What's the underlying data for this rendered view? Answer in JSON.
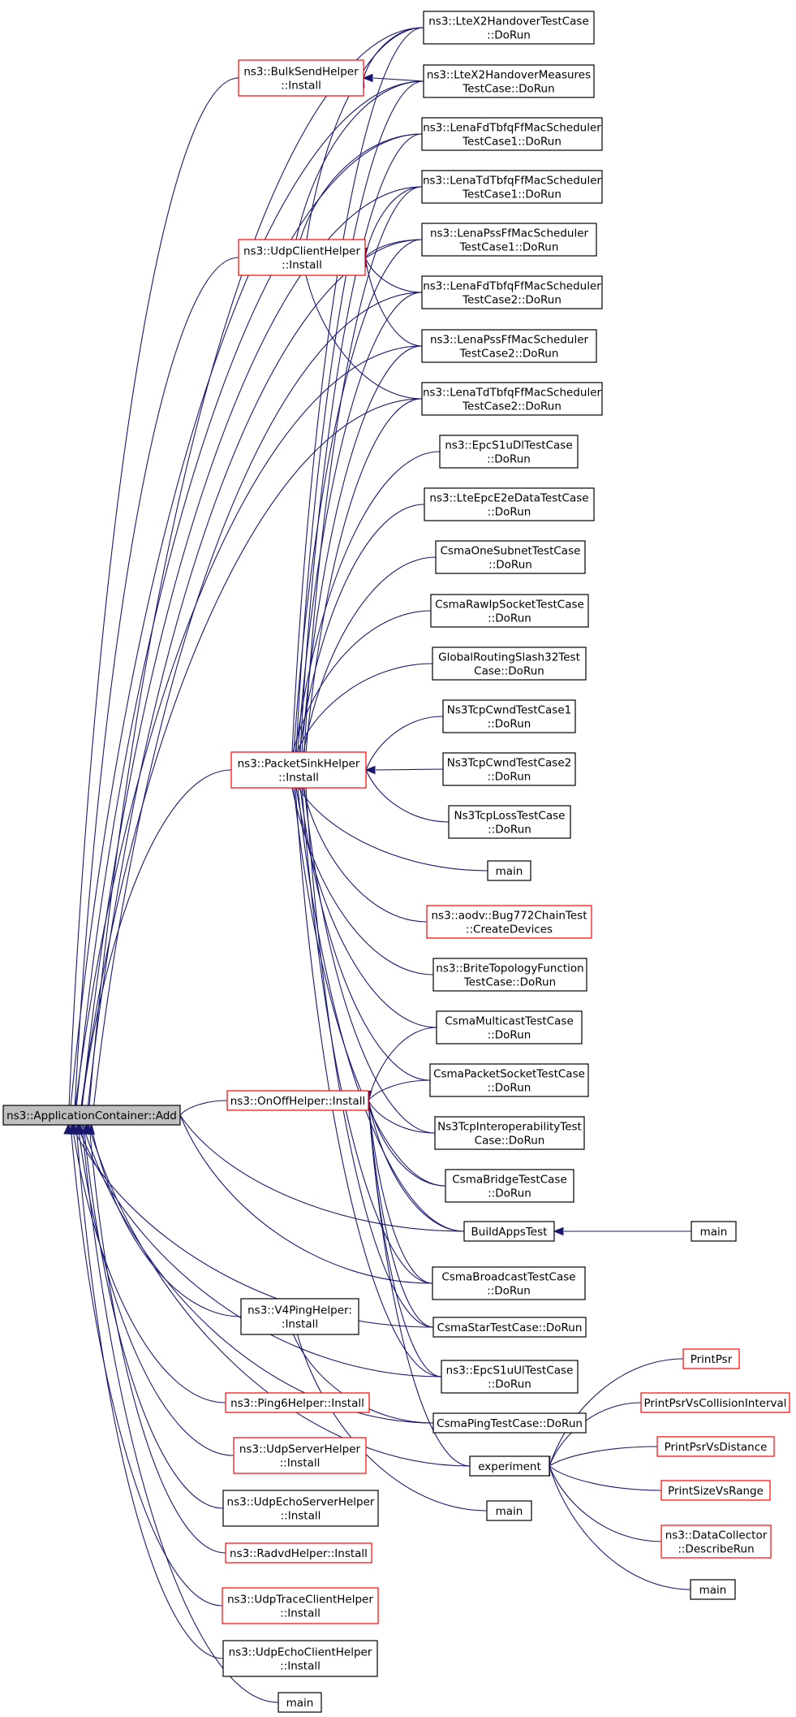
{
  "colors": {
    "edge": "#191970",
    "node_border": "#000000",
    "node_border_truncated": "#ff0000",
    "root_fill": "#bfbfbf"
  },
  "nodes": [
    {
      "id": "add",
      "kind": "root",
      "lines": [
        "ns3::ApplicationContainer::Add"
      ]
    },
    {
      "id": "bulk",
      "kind": "red",
      "lines": [
        "ns3::BulkSendHelper",
        "::Install"
      ]
    },
    {
      "id": "udpclient",
      "kind": "red",
      "lines": [
        "ns3::UdpClientHelper",
        "::Install"
      ]
    },
    {
      "id": "packetsink",
      "kind": "red",
      "lines": [
        "ns3::PacketSinkHelper",
        "::Install"
      ]
    },
    {
      "id": "onoff",
      "kind": "red",
      "lines": [
        "ns3::OnOffHelper::Install"
      ]
    },
    {
      "id": "v4ping",
      "kind": "black",
      "lines": [
        "ns3::V4PingHelper:",
        ":Install"
      ]
    },
    {
      "id": "ping6",
      "kind": "red",
      "lines": [
        "ns3::Ping6Helper::Install"
      ]
    },
    {
      "id": "udpserver",
      "kind": "red",
      "lines": [
        "ns3::UdpServerHelper",
        "::Install"
      ]
    },
    {
      "id": "udpechoserver",
      "kind": "black",
      "lines": [
        "ns3::UdpEchoServerHelper",
        "::Install"
      ]
    },
    {
      "id": "radvd",
      "kind": "red",
      "lines": [
        "ns3::RadvdHelper::Install"
      ]
    },
    {
      "id": "udptrace",
      "kind": "red",
      "lines": [
        "ns3::UdpTraceClientHelper",
        "::Install"
      ]
    },
    {
      "id": "udpechoclient",
      "kind": "black",
      "lines": [
        "ns3::UdpEchoClientHelper",
        "::Install"
      ]
    },
    {
      "id": "main_bottom",
      "kind": "black",
      "lines": [
        "main"
      ]
    },
    {
      "id": "ltex2",
      "kind": "black",
      "lines": [
        "ns3::LteX2HandoverTestCase",
        "::DoRun"
      ]
    },
    {
      "id": "ltex2meas",
      "kind": "black",
      "lines": [
        "ns3::LteX2HandoverMeasures",
        "TestCase::DoRun"
      ]
    },
    {
      "id": "lenafd1",
      "kind": "black",
      "lines": [
        "ns3::LenaFdTbfqFfMacScheduler",
        "TestCase1::DoRun"
      ]
    },
    {
      "id": "lenatd1",
      "kind": "black",
      "lines": [
        "ns3::LenaTdTbfqFfMacScheduler",
        "TestCase1::DoRun"
      ]
    },
    {
      "id": "lenapss1",
      "kind": "black",
      "lines": [
        "ns3::LenaPssFfMacScheduler",
        "TestCase1::DoRun"
      ]
    },
    {
      "id": "lenafd2",
      "kind": "black",
      "lines": [
        "ns3::LenaFdTbfqFfMacScheduler",
        "TestCase2::DoRun"
      ]
    },
    {
      "id": "lenapss2",
      "kind": "black",
      "lines": [
        "ns3::LenaPssFfMacScheduler",
        "TestCase2::DoRun"
      ]
    },
    {
      "id": "lenatd2",
      "kind": "black",
      "lines": [
        "ns3::LenaTdTbfqFfMacScheduler",
        "TestCase2::DoRun"
      ]
    },
    {
      "id": "epcdl",
      "kind": "black",
      "lines": [
        "ns3::EpcS1uDlTestCase",
        "::DoRun"
      ]
    },
    {
      "id": "lteepc",
      "kind": "black",
      "lines": [
        "ns3::LteEpcE2eDataTestCase",
        "::DoRun"
      ]
    },
    {
      "id": "csmaone",
      "kind": "black",
      "lines": [
        "CsmaOneSubnetTestCase",
        "::DoRun"
      ]
    },
    {
      "id": "csmarawip",
      "kind": "black",
      "lines": [
        "CsmaRawIpSocketTestCase",
        "::DoRun"
      ]
    },
    {
      "id": "globalrouting",
      "kind": "black",
      "lines": [
        "GlobalRoutingSlash32Test",
        "Case::DoRun"
      ]
    },
    {
      "id": "tcpcwnd1",
      "kind": "black",
      "lines": [
        "Ns3TcpCwndTestCase1",
        "::DoRun"
      ]
    },
    {
      "id": "tcpcwnd2",
      "kind": "black",
      "lines": [
        "Ns3TcpCwndTestCase2",
        "::DoRun"
      ]
    },
    {
      "id": "tcploss",
      "kind": "black",
      "lines": [
        "Ns3TcpLossTestCase",
        "::DoRun"
      ]
    },
    {
      "id": "main_mid",
      "kind": "black",
      "lines": [
        "main"
      ]
    },
    {
      "id": "aodv",
      "kind": "red",
      "lines": [
        "ns3::aodv::Bug772ChainTest",
        "::CreateDevices"
      ]
    },
    {
      "id": "brite",
      "kind": "black",
      "lines": [
        "ns3::BriteTopologyFunction",
        "TestCase::DoRun"
      ]
    },
    {
      "id": "csmamulticast",
      "kind": "black",
      "lines": [
        "CsmaMulticastTestCase",
        "::DoRun"
      ]
    },
    {
      "id": "csmapacket",
      "kind": "black",
      "lines": [
        "CsmaPacketSocketTestCase",
        "::DoRun"
      ]
    },
    {
      "id": "tcpinterop",
      "kind": "black",
      "lines": [
        "Ns3TcpInteroperabilityTest",
        "Case::DoRun"
      ]
    },
    {
      "id": "csmabridge",
      "kind": "black",
      "lines": [
        "CsmaBridgeTestCase",
        "::DoRun"
      ]
    },
    {
      "id": "buildapps",
      "kind": "black",
      "lines": [
        "BuildAppsTest"
      ]
    },
    {
      "id": "main_right",
      "kind": "black",
      "lines": [
        "main"
      ]
    },
    {
      "id": "csmabroadcast",
      "kind": "black",
      "lines": [
        "CsmaBroadcastTestCase",
        "::DoRun"
      ]
    },
    {
      "id": "csmastar",
      "kind": "black",
      "lines": [
        "CsmaStarTestCase::DoRun"
      ]
    },
    {
      "id": "epcul",
      "kind": "black",
      "lines": [
        "ns3::EpcS1uUlTestCase",
        "::DoRun"
      ]
    },
    {
      "id": "csmaping",
      "kind": "black",
      "lines": [
        "CsmaPingTestCase::DoRun"
      ]
    },
    {
      "id": "experiment",
      "kind": "black",
      "lines": [
        "experiment"
      ]
    },
    {
      "id": "main_exp",
      "kind": "black",
      "lines": [
        "main"
      ]
    },
    {
      "id": "printpsr",
      "kind": "red",
      "lines": [
        "PrintPsr"
      ]
    },
    {
      "id": "printpsrcoll",
      "kind": "red",
      "lines": [
        "PrintPsrVsCollisionInterval"
      ]
    },
    {
      "id": "printpsrdist",
      "kind": "red",
      "lines": [
        "PrintPsrVsDistance"
      ]
    },
    {
      "id": "printsize",
      "kind": "red",
      "lines": [
        "PrintSizeVsRange"
      ]
    },
    {
      "id": "datacollector",
      "kind": "red",
      "lines": [
        "ns3::DataCollector",
        "::DescribeRun"
      ]
    },
    {
      "id": "main_dc",
      "kind": "black",
      "lines": [
        "main"
      ]
    }
  ],
  "edges": [
    [
      "add",
      "bulk"
    ],
    [
      "add",
      "udpclient"
    ],
    [
      "add",
      "packetsink"
    ],
    [
      "add",
      "onoff"
    ],
    [
      "add",
      "v4ping"
    ],
    [
      "add",
      "ping6"
    ],
    [
      "add",
      "udpserver"
    ],
    [
      "add",
      "udpechoserver"
    ],
    [
      "add",
      "radvd"
    ],
    [
      "add",
      "udptrace"
    ],
    [
      "add",
      "udpechoclient"
    ],
    [
      "add",
      "main_bottom"
    ],
    [
      "add",
      "ltex2"
    ],
    [
      "add",
      "ltex2meas"
    ],
    [
      "add",
      "lenafd1"
    ],
    [
      "add",
      "lenatd1"
    ],
    [
      "add",
      "lenapss1"
    ],
    [
      "add",
      "lenafd2"
    ],
    [
      "add",
      "lenapss2"
    ],
    [
      "add",
      "lenatd2"
    ],
    [
      "add",
      "buildapps"
    ],
    [
      "add",
      "csmabroadcast"
    ],
    [
      "add",
      "csmastar"
    ],
    [
      "add",
      "epcul"
    ],
    [
      "add",
      "csmaping"
    ],
    [
      "add",
      "experiment"
    ],
    [
      "bulk",
      "ltex2"
    ],
    [
      "bulk",
      "ltex2meas"
    ],
    [
      "udpclient",
      "ltex2"
    ],
    [
      "udpclient",
      "ltex2meas"
    ],
    [
      "udpclient",
      "lenafd1"
    ],
    [
      "udpclient",
      "lenatd1"
    ],
    [
      "udpclient",
      "lenapss1"
    ],
    [
      "udpclient",
      "lenafd2"
    ],
    [
      "udpclient",
      "lenapss2"
    ],
    [
      "udpclient",
      "lenatd2"
    ],
    [
      "packetsink",
      "ltex2"
    ],
    [
      "packetsink",
      "ltex2meas"
    ],
    [
      "packetsink",
      "lenafd1"
    ],
    [
      "packetsink",
      "lenatd1"
    ],
    [
      "packetsink",
      "lenapss1"
    ],
    [
      "packetsink",
      "lenafd2"
    ],
    [
      "packetsink",
      "lenapss2"
    ],
    [
      "packetsink",
      "lenatd2"
    ],
    [
      "packetsink",
      "epcdl"
    ],
    [
      "packetsink",
      "lteepc"
    ],
    [
      "packetsink",
      "csmaone"
    ],
    [
      "packetsink",
      "csmarawip"
    ],
    [
      "packetsink",
      "globalrouting"
    ],
    [
      "packetsink",
      "tcpcwnd1"
    ],
    [
      "packetsink",
      "tcpcwnd2"
    ],
    [
      "packetsink",
      "tcploss"
    ],
    [
      "packetsink",
      "main_mid"
    ],
    [
      "packetsink",
      "aodv"
    ],
    [
      "packetsink",
      "brite"
    ],
    [
      "packetsink",
      "csmamulticast"
    ],
    [
      "packetsink",
      "csmapacket"
    ],
    [
      "packetsink",
      "tcpinterop"
    ],
    [
      "packetsink",
      "csmabridge"
    ],
    [
      "packetsink",
      "buildapps"
    ],
    [
      "packetsink",
      "csmabroadcast"
    ],
    [
      "packetsink",
      "csmastar"
    ],
    [
      "packetsink",
      "epcul"
    ],
    [
      "onoff",
      "csmamulticast"
    ],
    [
      "onoff",
      "csmapacket"
    ],
    [
      "onoff",
      "tcpinterop"
    ],
    [
      "onoff",
      "csmabridge"
    ],
    [
      "onoff",
      "buildapps"
    ],
    [
      "onoff",
      "csmabroadcast"
    ],
    [
      "onoff",
      "csmastar"
    ],
    [
      "onoff",
      "epcul"
    ],
    [
      "onoff",
      "experiment"
    ],
    [
      "v4ping",
      "csmaping"
    ],
    [
      "v4ping",
      "main_exp"
    ],
    [
      "buildapps",
      "main_right"
    ],
    [
      "experiment",
      "printpsr"
    ],
    [
      "experiment",
      "printpsrcoll"
    ],
    [
      "experiment",
      "printpsrdist"
    ],
    [
      "experiment",
      "printsize"
    ],
    [
      "experiment",
      "datacollector"
    ],
    [
      "experiment",
      "main_dc"
    ]
  ]
}
